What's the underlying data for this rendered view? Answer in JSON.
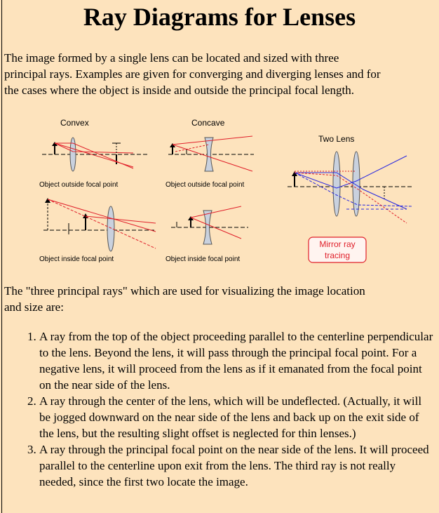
{
  "title": "Ray Diagrams for Lenses",
  "intro": {
    "line1": "The image formed by a single lens can be located and sized with three",
    "line2": "principal rays. Examples are given for converging and diverging lenses and for",
    "line3": "the cases where the object is inside and outside the principal focal length."
  },
  "figure": {
    "convex_label": "Convex",
    "concave_label": "Concave",
    "two_lens_label": "Two Lens",
    "caption_convex_outside": "Object outside focal point",
    "caption_concave_outside": "Object outside focal point",
    "caption_convex_inside": "Object inside focal point",
    "caption_concave_inside": "Object inside focal point",
    "mirror_button_line1": "Mirror ray",
    "mirror_button_line2": "tracing"
  },
  "principal_rays_intro": {
    "line1": "The \"three principal rays\" which are used for visualizing the image location",
    "line2": "and size are:"
  },
  "rays": [
    "A ray from the top of the object proceeding parallel to the centerline perpendicular to the lens. Beyond the lens, it will pass through the principal focal point. For a negative lens, it will proceed from the lens as if it emanated from the focal point on the near side of the lens.",
    "A ray through the center of the lens, which will be undeflected. (Actually, it will be jogged downward on the near side of the lens and back up on the exit side of the lens, but the resulting slight offset is neglected for thin lenses.)",
    "A ray through the principal focal point on the near side of the lens. It will proceed parallel to the centerline upon exit from the lens. The third ray is not really needed, since the first two locate the image."
  ],
  "colors": {
    "background": "#fde3bd",
    "lens_fill": "#c9d1de",
    "ray_red": "#e0202a",
    "ray_blue": "#2828e0",
    "button_border": "#e0202a"
  }
}
